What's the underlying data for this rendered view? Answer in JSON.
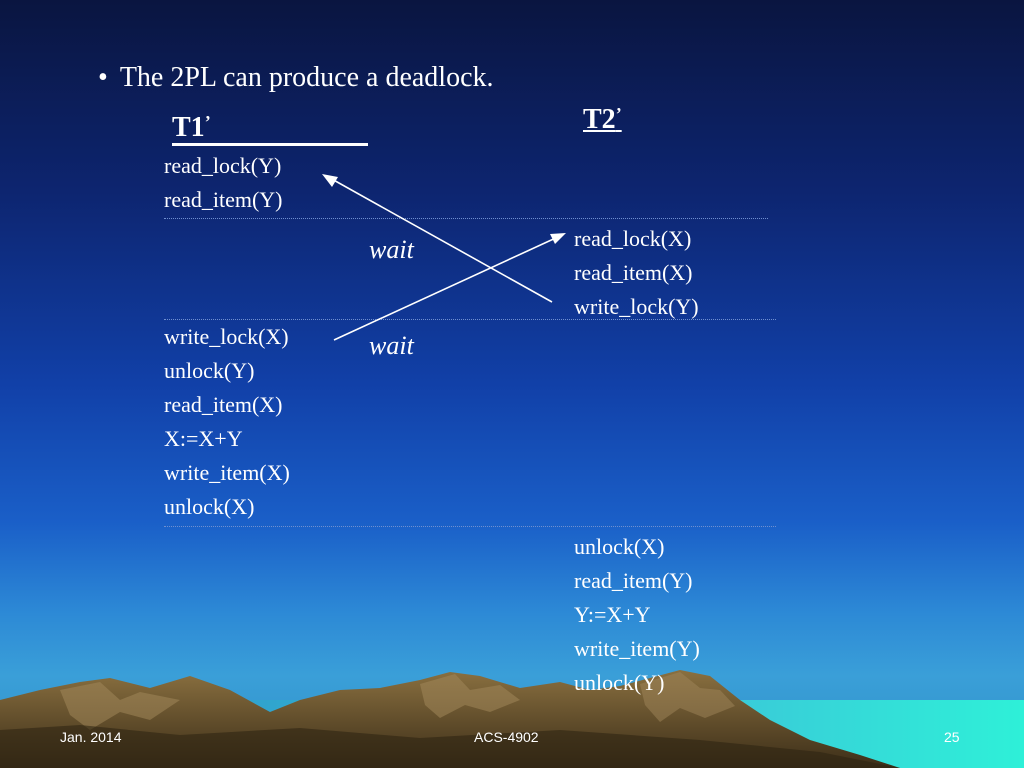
{
  "slide": {
    "bullet": "The 2PL can produce a deadlock.",
    "t1_heading": "T1",
    "t1_prime": "’",
    "t2_heading": "T2",
    "t2_prime": "’",
    "t1_block1": [
      "read_lock(Y)",
      "read_item(Y)"
    ],
    "t2_block1": [
      "read_lock(X)",
      "read_item(X)",
      "write_lock(Y)"
    ],
    "t1_block2": [
      "write_lock(X)",
      "unlock(Y)",
      "read_item(X)",
      "X:=X+Y",
      "write_item(X)",
      "unlock(X)"
    ],
    "t2_block2": [
      "unlock(X)",
      "read_item(Y)",
      "Y:=X+Y",
      "write_item(Y)",
      "unlock(Y)"
    ],
    "wait_label_1": "wait",
    "wait_label_2": "wait"
  },
  "footer": {
    "date": "Jan. 2014",
    "course": "ACS-4902",
    "page": "25"
  },
  "colors": {
    "text": "#ffffff",
    "mountain_dark": "#4a3a20",
    "mountain_light": "#8a7040"
  }
}
